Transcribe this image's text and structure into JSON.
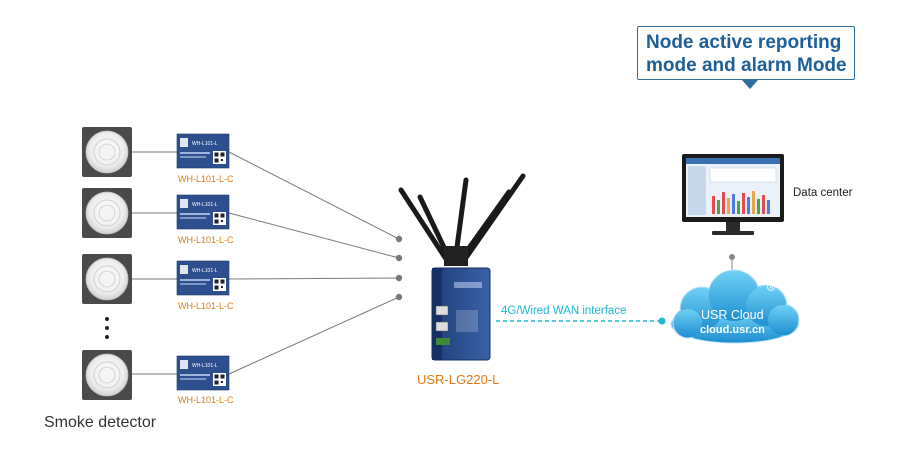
{
  "callout": {
    "line1": "Node active reporting",
    "line2": "mode and alarm Mode"
  },
  "detector_label": "Smoke detector",
  "modules": [
    {
      "label": "WH-L101-L-C",
      "chip_text": "WH-L101-L"
    },
    {
      "label": "WH-L101-L-C",
      "chip_text": "WH-L101-L"
    },
    {
      "label": "WH-L101-L-C",
      "chip_text": "WH-L101-L"
    },
    {
      "label": "WH-L101-L-C",
      "chip_text": "WH-L101-L"
    }
  ],
  "gateway": {
    "label": "USR-LG220-L"
  },
  "link": {
    "label": "4G/Wired WAN interface"
  },
  "cloud": {
    "line1": "USR Cloud",
    "line2": "cloud.usr.cn"
  },
  "data_center": {
    "label": "Data center"
  },
  "colors": {
    "accent_blue": "#1e5f97",
    "orange": "#e07a14",
    "cyan_link": "#21b6d6",
    "cloud_blue": "#2aa3dd",
    "module_blue": "#2e4f8e"
  }
}
